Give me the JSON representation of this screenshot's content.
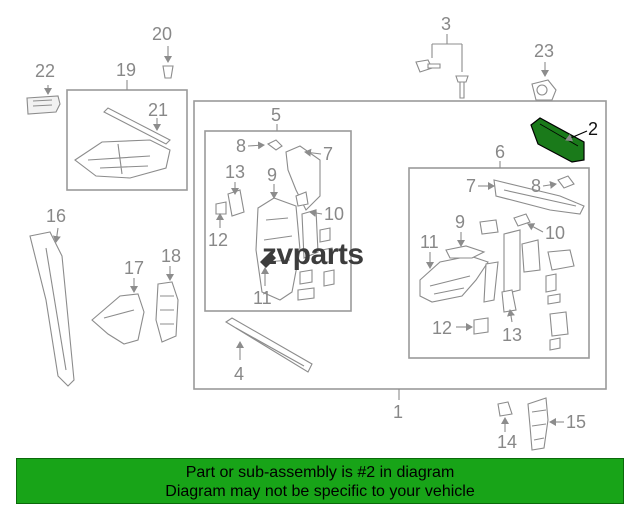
{
  "callouts": {
    "c1": "1",
    "c2": "2",
    "c3": "3",
    "c4": "4",
    "c5": "5",
    "c6": "6",
    "c7a": "7",
    "c7b": "7",
    "c8a": "8",
    "c8b": "8",
    "c9a": "9",
    "c9b": "9",
    "c10a": "10",
    "c10b": "10",
    "c11a": "11",
    "c11b": "11",
    "c12a": "12",
    "c12b": "12",
    "c13a": "13",
    "c13b": "13",
    "c14": "14",
    "c15": "15",
    "c16": "16",
    "c17": "17",
    "c18": "18",
    "c19": "19",
    "c20": "20",
    "c21": "21",
    "c22": "22",
    "c23": "23"
  },
  "watermark": "zvparts",
  "banner": {
    "line1": "Part or sub-assembly is #2 in diagram",
    "line2": "Diagram may not be specific to your vehicle"
  },
  "colors": {
    "banner_bg": "#18a418",
    "highlight_part": "#1a7a1a"
  }
}
